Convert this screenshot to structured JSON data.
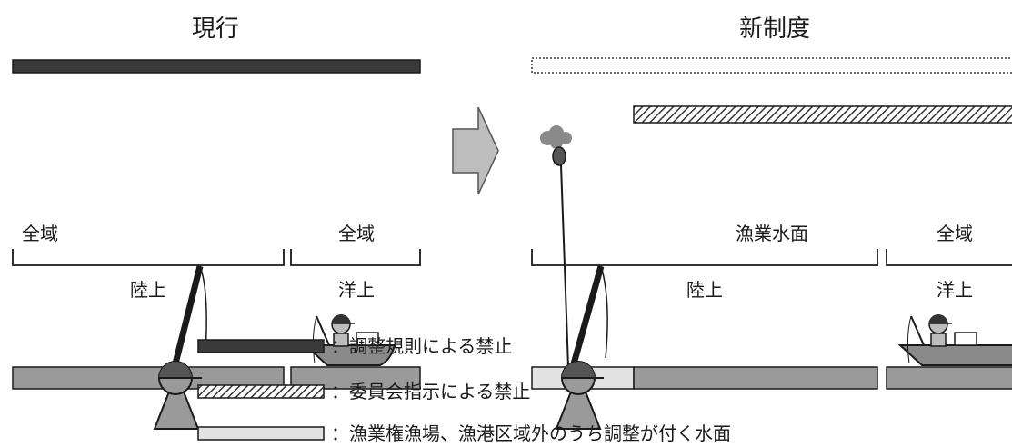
{
  "panels": {
    "current": {
      "title": "現行",
      "left_zone_label": "全域",
      "right_zone_label": "全域",
      "land_label": "陸上",
      "sea_label": "洋上"
    },
    "new": {
      "title": "新制度",
      "water_surface_label": "漁業水面",
      "right_zone_label": "全域",
      "land_label": "陸上",
      "sea_label": "洋上"
    }
  },
  "legend": [
    {
      "text": "：調整規則による禁止",
      "pattern": "solid-dark"
    },
    {
      "text": "：委員会指示による禁止",
      "pattern": "hatched"
    },
    {
      "text": "：漁業権漁場、漁港区域外のうち調整が付く水面",
      "pattern": "light-gray"
    }
  ],
  "colors": {
    "dark_bar": "#3a3a3a",
    "mid_bar": "#9a9a9a",
    "light_bar": "#e2e2e2",
    "dotted_bar": "#ffffff",
    "arrow_fill": "#bdbdbd",
    "stroke": "#1a1a1a"
  }
}
